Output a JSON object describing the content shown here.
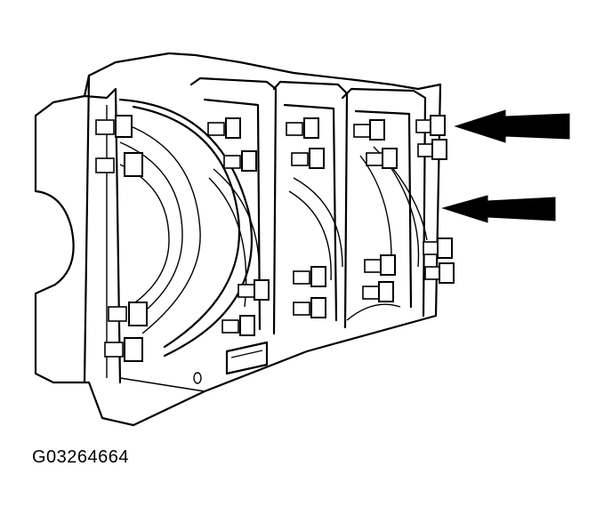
{
  "figure": {
    "code": "G03264664"
  },
  "arrows": [
    {
      "name": "upper-arrow"
    },
    {
      "name": "lower-arrow"
    }
  ],
  "colors": {
    "line": "#000000",
    "background": "#ffffff"
  }
}
